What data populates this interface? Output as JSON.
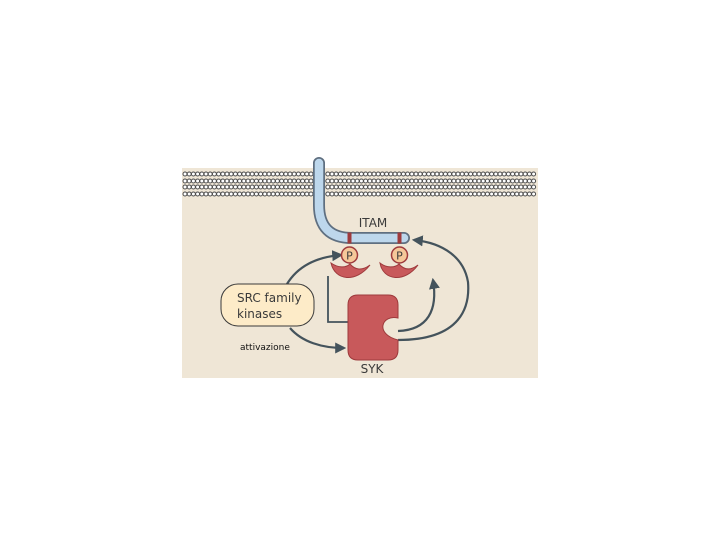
{
  "diagram": {
    "labels": {
      "itam": "ITAM",
      "phospho_left": "P",
      "phospho_right": "P",
      "src": "SRC family",
      "src_line2": "kinases",
      "activation": "attivazione",
      "syk": "SYK"
    },
    "colors": {
      "panel_bg": "#efe6d6",
      "membrane_head": "#4c4c4c",
      "receptor_fill": "#bdd7ec",
      "receptor_stroke": "#5f6f80",
      "syk_red": "#c8595b",
      "syk_red_dark": "#9e3a3c",
      "phospho_fill": "#f5c89a",
      "src_fill": "#fdebc8",
      "arrow": "#44535c"
    }
  }
}
